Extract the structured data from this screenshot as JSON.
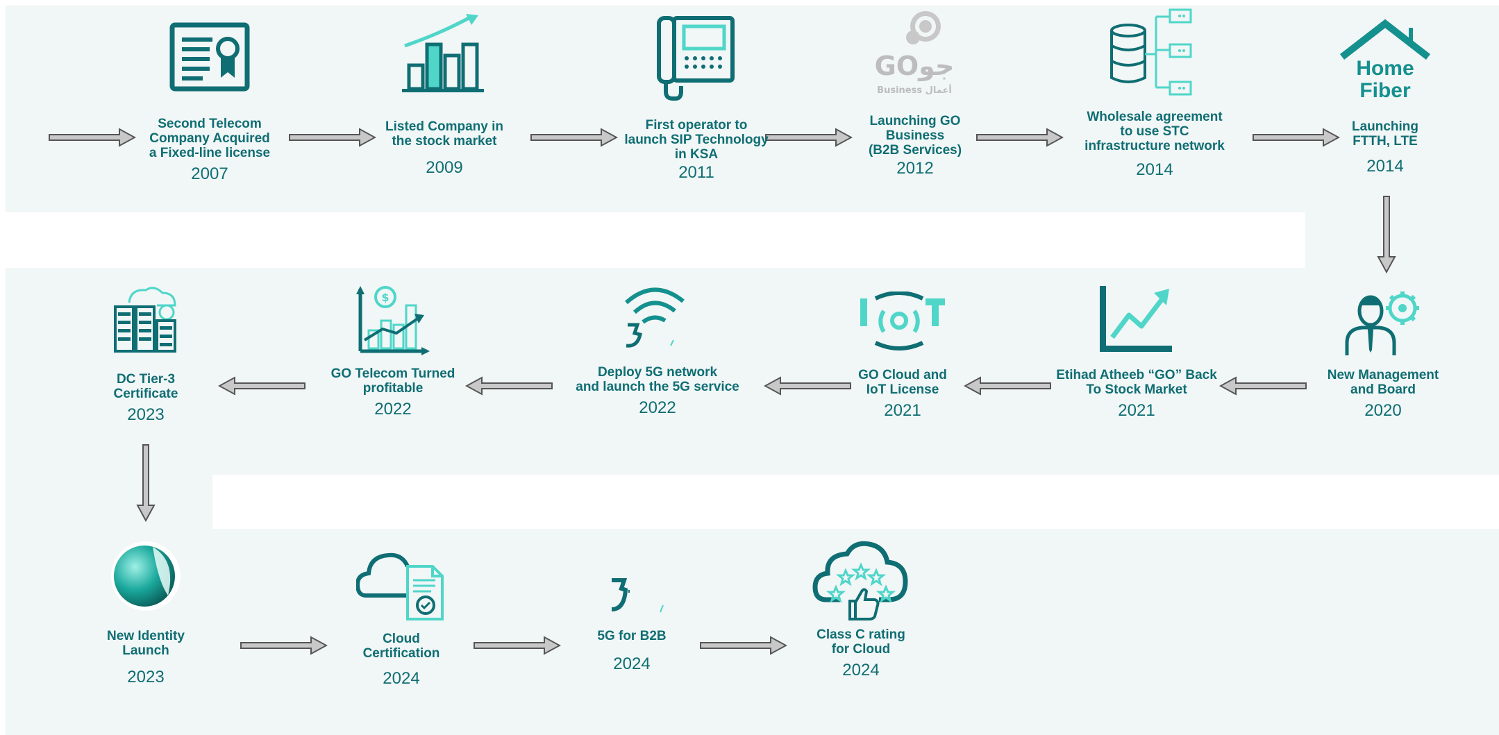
{
  "colors": {
    "teal_dark": "#0f6e73",
    "teal_light": "#4fd6c9",
    "band_bg": "#f1f6f6",
    "arrow_fill": "#c8c8c8",
    "arrow_stroke": "#555555"
  },
  "milestones": [
    {
      "icon": "certificate-icon",
      "title": "Second Telecom\nCompany Acquired\na Fixed-line license",
      "year": "2007"
    },
    {
      "icon": "growth-chart-icon",
      "title": "Listed Company in\nthe stock market",
      "year": "2009"
    },
    {
      "icon": "desk-phone-icon",
      "title": "First operator to\nlaunch SIP Technology\nin KSA",
      "year": "2011"
    },
    {
      "icon": "go-business-logo",
      "title": "Launching GO\nBusiness\n(B2B Services)",
      "year": "2012",
      "logo_text": "GOجو",
      "logo_sub": "Business أعمال"
    },
    {
      "icon": "database-network-icon",
      "title": "Wholesale agreement\nto use STC\ninfrastructure network",
      "year": "2014"
    },
    {
      "icon": "home-fiber-logo",
      "title": "Launching\nFTTH, LTE",
      "year": "2014",
      "logo_text_1": "Home",
      "logo_text_2": "Fiber"
    },
    {
      "icon": "manager-gear-icon",
      "title": "New Management\nand Board",
      "year": "2020"
    },
    {
      "icon": "stock-trend-icon",
      "title": "Etihad Atheeb “GO” Back\nTo  Stock Market",
      "year": "2021"
    },
    {
      "icon": "iot-icon",
      "title": "GO Cloud and\nIoT License",
      "year": "2021"
    },
    {
      "icon": "wifi-5g-icon",
      "title": "Deploy 5G network\nand launch the 5G service",
      "year": "2022"
    },
    {
      "icon": "profit-chart-icon",
      "title": "GO Telecom Turned\nprofitable",
      "year": "2022"
    },
    {
      "icon": "datacenter-cloud-icon",
      "title": "DC Tier-3\nCertificate",
      "year": "2023"
    },
    {
      "icon": "identity-sphere-icon",
      "title": "New Identity\nLaunch",
      "year": "2023"
    },
    {
      "icon": "cloud-certificate-icon",
      "title": "Cloud\nCertification",
      "year": "2024"
    },
    {
      "icon": "5g-b2b-icon",
      "title": "5G for B2B",
      "year": "2024"
    },
    {
      "icon": "cloud-rating-icon",
      "title": "Class C  rating\nfor Cloud",
      "year": "2024"
    }
  ]
}
